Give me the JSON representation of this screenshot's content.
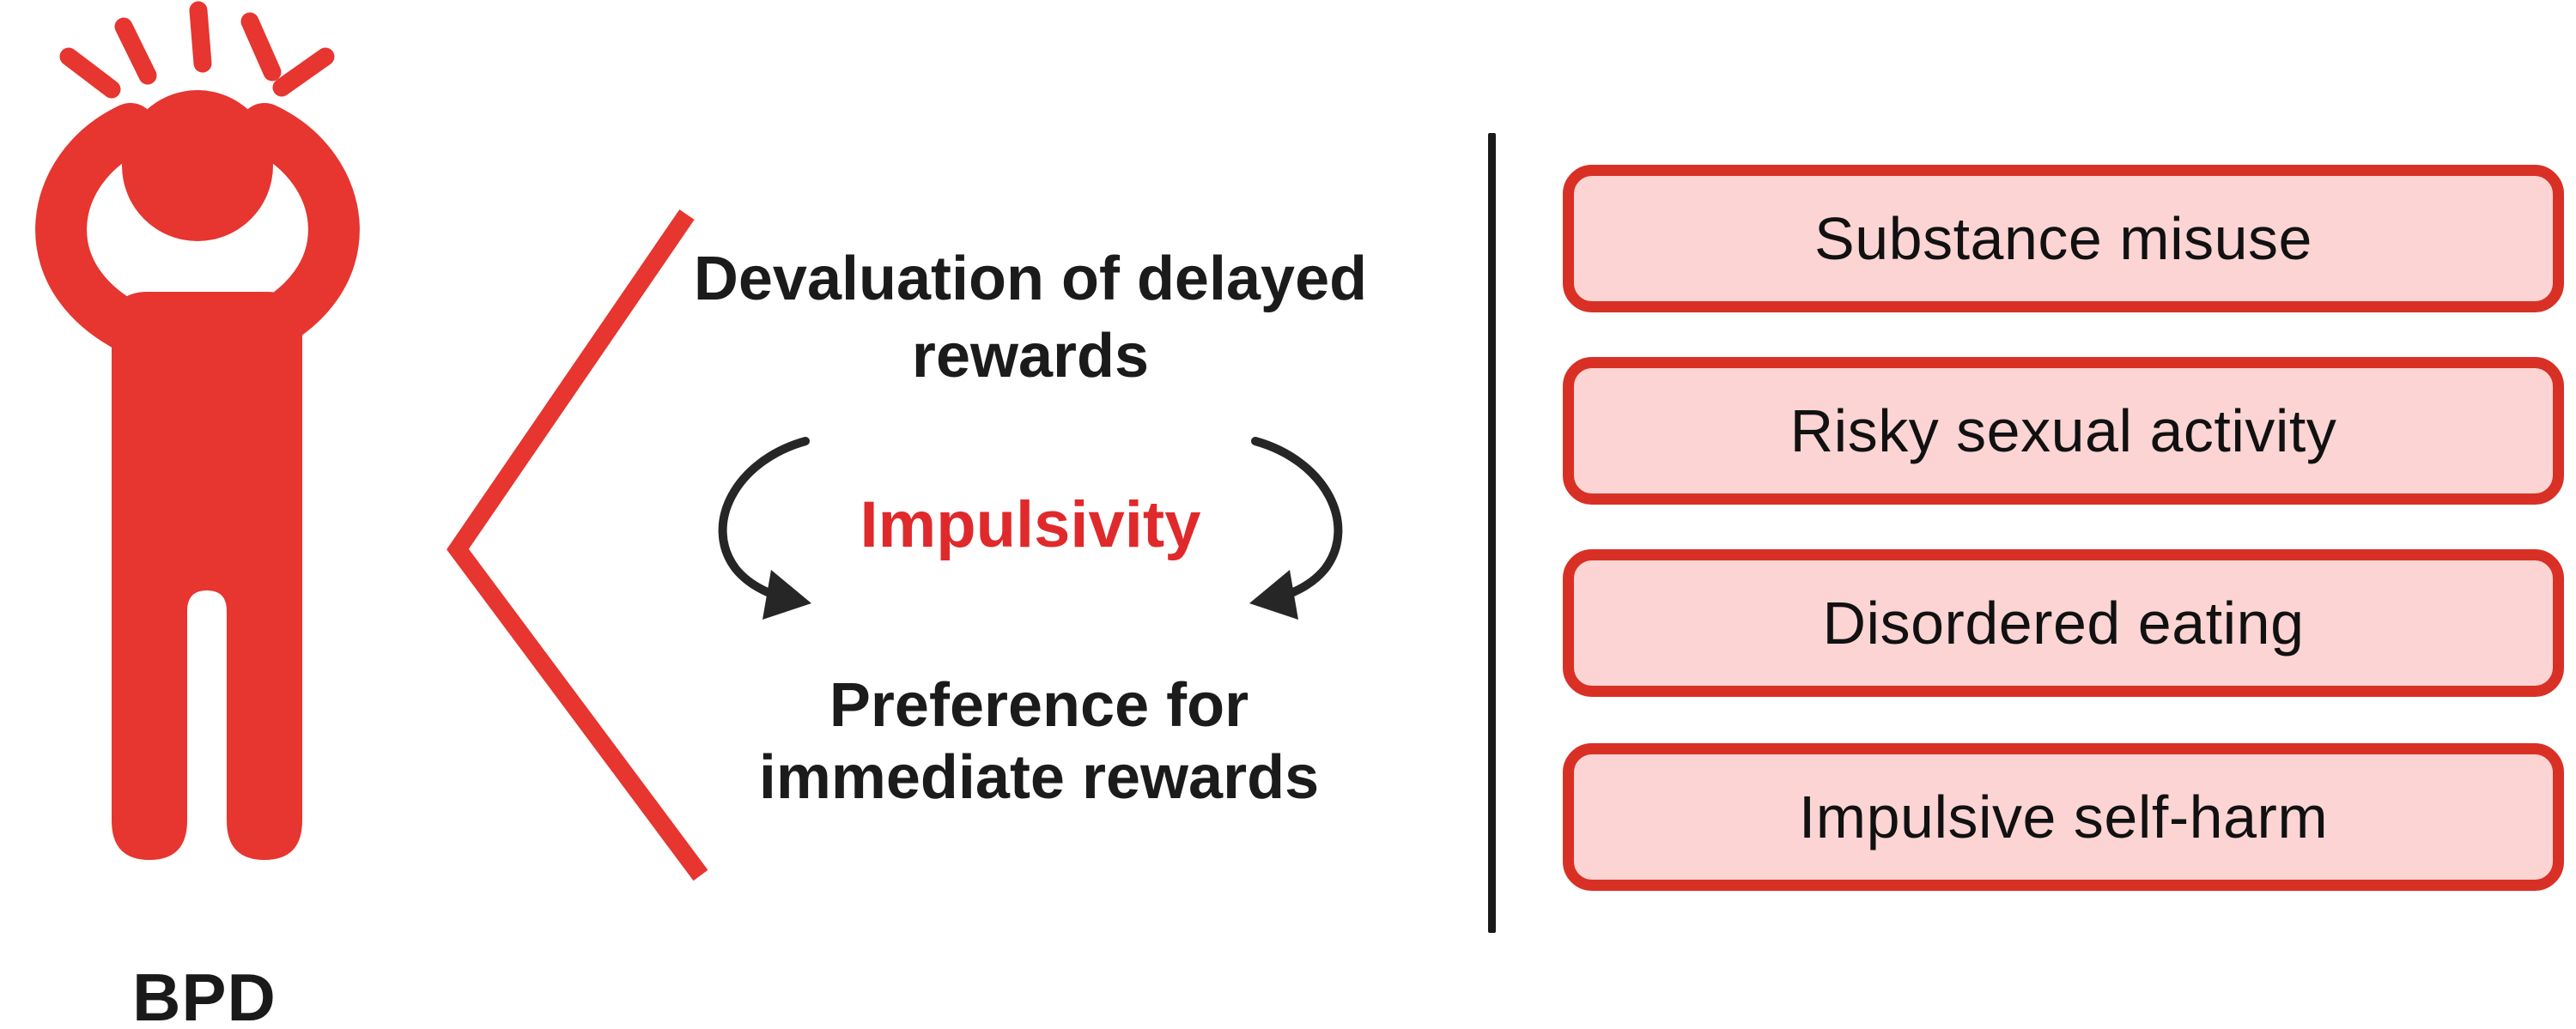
{
  "figure": {
    "icon": "stressed-person",
    "label": "BPD"
  },
  "cycle": {
    "top_line1": "Devaluation of delayed",
    "top_line2": "rewards",
    "center_word": "Impulsivity",
    "bottom_line1": "Preference for",
    "bottom_line2": "immediate rewards"
  },
  "outcomes": {
    "items": [
      {
        "label": "Substance misuse"
      },
      {
        "label": "Risky sexual activity"
      },
      {
        "label": "Disordered eating"
      },
      {
        "label": "Impulsive self-harm"
      }
    ]
  },
  "colors": {
    "figure_red": "#e73530",
    "impulsivity_red": "#e0292b",
    "box_border_red": "#d93025",
    "box_fill_pink": "#fbd4d3",
    "text_black": "#1a1a1a",
    "arrow_black": "#262626"
  }
}
